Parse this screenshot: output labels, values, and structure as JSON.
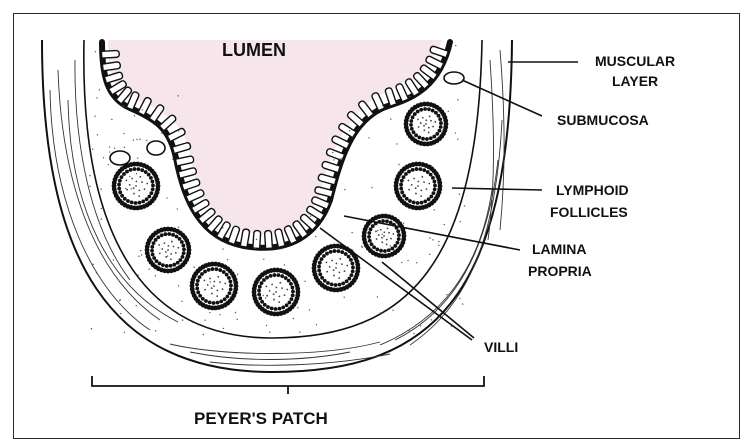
{
  "diagram": {
    "labels": {
      "lumen": "LUMEN",
      "muscular_layer": [
        "MUSCULAR",
        "LAYER"
      ],
      "submucosa": "SUBMUCOSA",
      "lymphoid_follicles": [
        "LYMPHOID",
        "FOLLICLES"
      ],
      "lamina_propria": [
        "LAMINA",
        "PROPRIA"
      ],
      "villi": "VILLI",
      "peyers_patch": "PEYER'S PATCH"
    },
    "colors": {
      "ink": "#111111",
      "lumen_tint": "#f6e6ec",
      "stipple": "#555555"
    }
  }
}
